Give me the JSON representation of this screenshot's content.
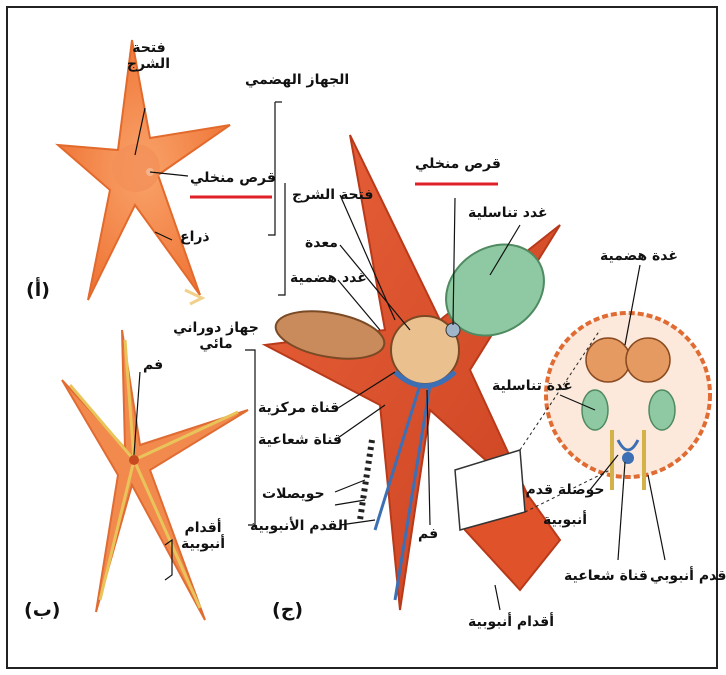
{
  "panels": {
    "a": "(أ)",
    "b": "(ب)",
    "c": "(ج)"
  },
  "panel_a": {
    "anus_line1": "فتحة",
    "anus_line2": "الشرج",
    "central_disc": "قرص منخلي",
    "arm": "ذراع"
  },
  "panel_b": {
    "mouth": "فم",
    "tube_feet_line1": "أقدام",
    "tube_feet_line2": "أنبوبية"
  },
  "panel_c": {
    "digestive_system": "الجهاز الهضمي",
    "anus": "فتحة الشرج",
    "stomach": "معدة",
    "digestive_glands": "غدد هضمية",
    "sieve_plate": "قرص منخلي",
    "gonads": "غدد تناسلية",
    "water_vascular_line1": "جهاز دوراني",
    "water_vascular_line2": "مائي",
    "ring_canal": "قناة مركزية",
    "radial_canal": "قناة شعاعية",
    "ampullae": "حويصلات",
    "tube_feet_inner": "القدم الأنبوبية",
    "mouth": "فم",
    "tube_feet": "أقدام أنبوبية"
  },
  "cross_section": {
    "digestive_gland": "غدة هضمية",
    "gonad": "غدة تناسلية",
    "ampulla_line1": "حوصلة قدم",
    "ampulla_line2": "أنبوبية",
    "radial_canal": "قناة شعاعية",
    "tube_foot": "قدم أنبوبي"
  },
  "colors": {
    "star_orange": "#f07a3c",
    "arm_red": "#e0522a",
    "gonad_green": "#8fc9a3",
    "canal_blue": "#3d6fb5",
    "highlight_red": "#e01f26"
  }
}
